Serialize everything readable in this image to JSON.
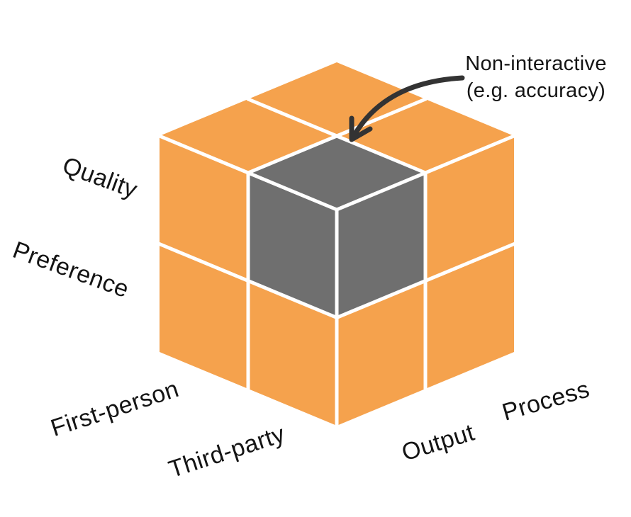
{
  "figure": {
    "axis_labels": {
      "quality": "Quality",
      "preference": "Preference",
      "first_person": "First-person",
      "third_party": "Third-party",
      "output": "Output",
      "process": "Process"
    },
    "annotation": {
      "line1": "Non-interactive",
      "line2": "(e.g. accuracy)"
    },
    "colors": {
      "cube_orange": "#F5A24D",
      "highlight_gray": "#6F6F6F",
      "grid_white": "#FFFFFF",
      "arrow": "#333333",
      "text": "#141414",
      "background": "#FFFFFF"
    }
  }
}
